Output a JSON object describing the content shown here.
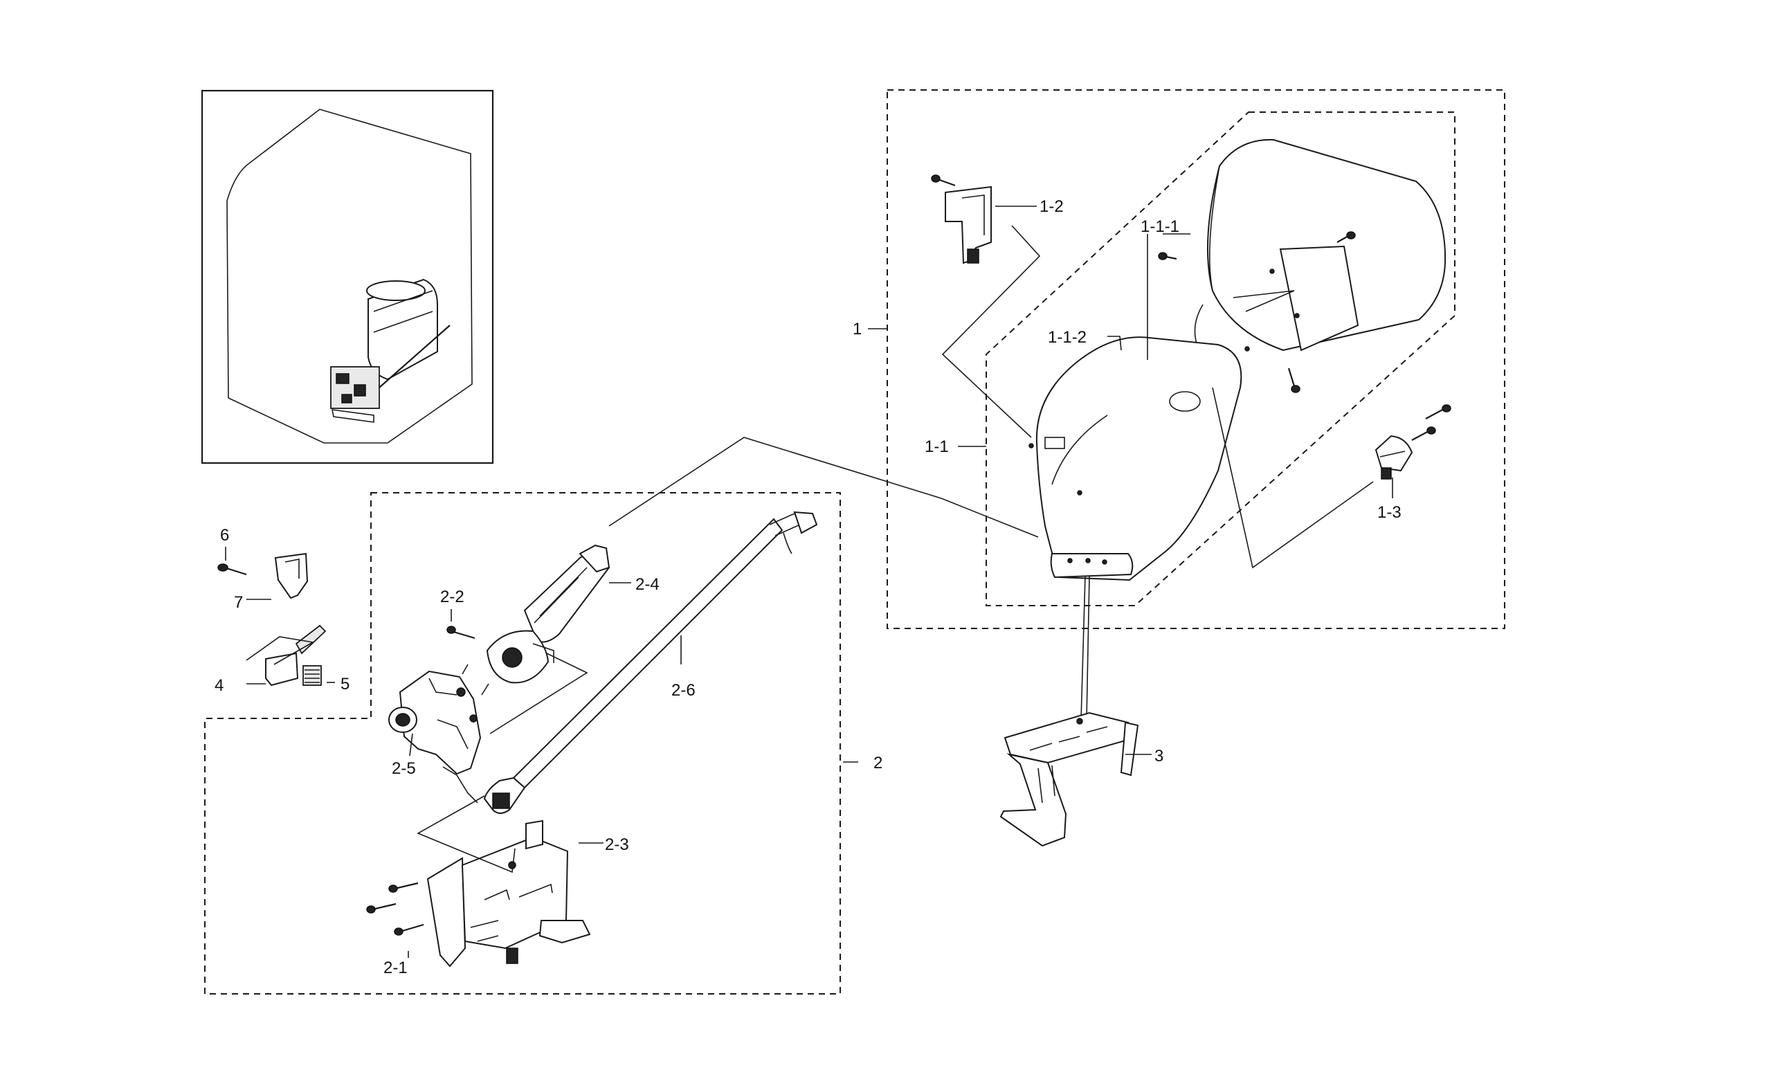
{
  "labels": {
    "l1": "1",
    "l1_1": "1-1",
    "l1_1_1": "1-1-1",
    "l1_1_2": "1-1-2",
    "l1_2": "1-2",
    "l1_3": "1-3",
    "l2": "2",
    "l2_1": "2-1",
    "l2_2": "2-2",
    "l2_3": "2-3",
    "l2_4": "2-4",
    "l2_5": "2-5",
    "l2_6": "2-6",
    "l3": "3",
    "l4": "4",
    "l5": "5",
    "l6": "6",
    "l7": "7"
  },
  "icons": {
    "overview": "dryer-cabinet-outline-icon",
    "screw": "screw-icon",
    "burner": "burner-tube-icon",
    "valve": "gas-valve-icon"
  }
}
